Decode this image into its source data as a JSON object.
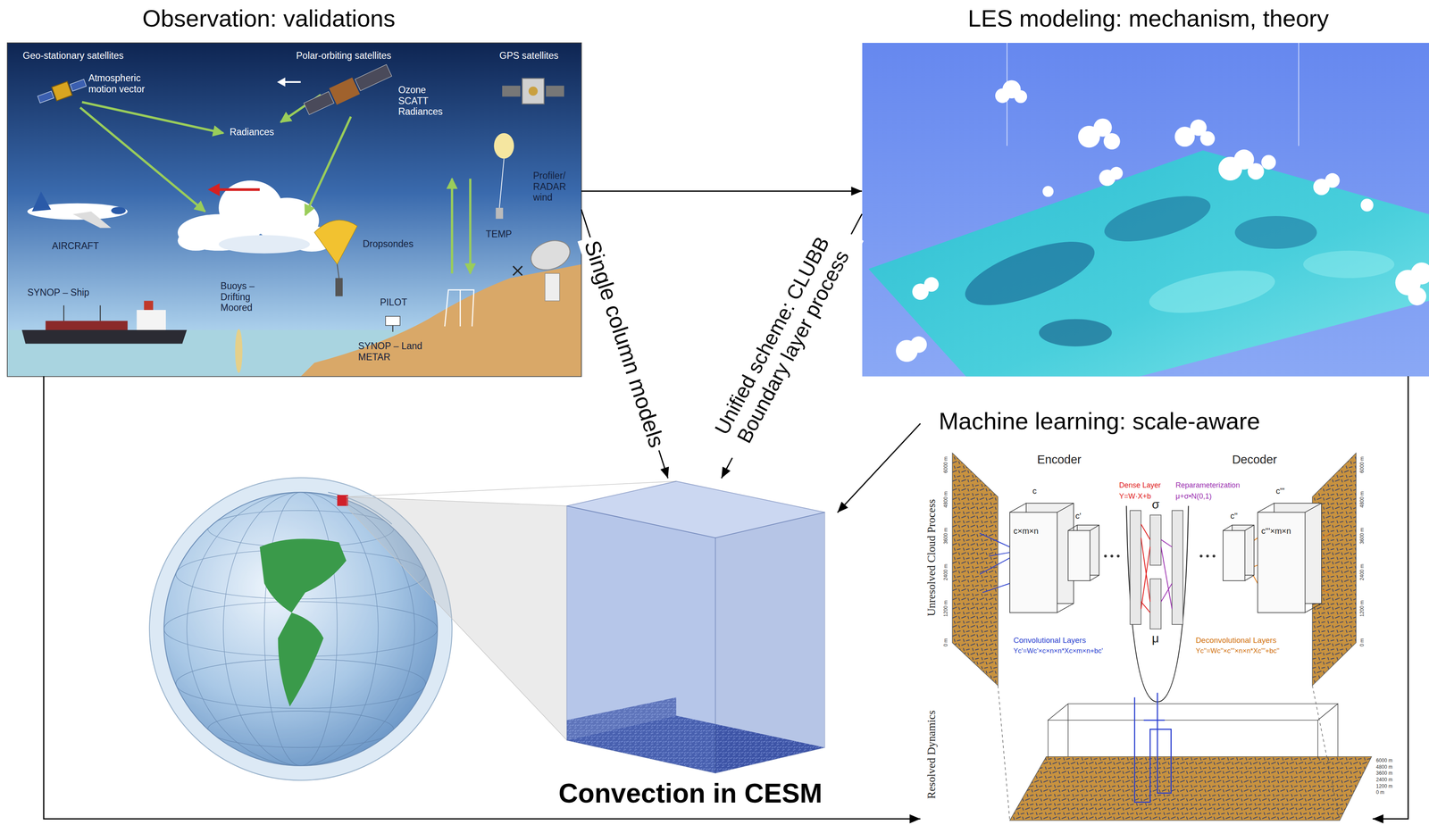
{
  "diagram": {
    "nodes": [
      {
        "text": [
          "Observation: validations"
        ]
      },
      {
        "text": [
          "LES modeling: mechanism, theory"
        ]
      },
      {
        "text": [
          "Machine learning: scale-aware"
        ]
      },
      {
        "text": [
          "Convection in CESM"
        ]
      }
    ],
    "edges": [
      {
        "from": 0,
        "to": 1,
        "arrow": "to"
      },
      {
        "from": 0,
        "to": 3,
        "label": "Single column models",
        "arrow": "to"
      },
      {
        "from": 1,
        "to": 3,
        "label": "Unified scheme: CLUBB Boundary layer process",
        "arrow": "to"
      },
      {
        "from": 2,
        "to": 3,
        "arrow": "to"
      },
      {
        "from": 0,
        "to": 2,
        "arrow": "to"
      },
      {
        "from": 1,
        "to": 2,
        "arrow": "to"
      }
    ],
    "labels": [
      "Geo-stationary satellites",
      "Polar-orbiting satellites",
      "GPS satellites",
      "Atmospheric motion vector",
      "Ozone SCATT Radiances",
      "Radiances",
      "AIRCRAFT",
      "Profiler/ RADAR wind",
      "TEMP",
      "Dropsondes",
      "SYNOP – Ship",
      "Buoys – Drifting Moored",
      "PILOT",
      "SYNOP – Land METAR",
      "Encoder",
      "Decoder",
      "Unresolved Cloud Process",
      "Resolved Dynamics",
      "Dense Layer",
      "Y=W·X+b",
      "Reparameterization",
      "μ+σ•N(0,1)",
      "σ",
      "μ",
      "c",
      "c'",
      "c×m×n",
      "c''",
      "c'''",
      "c'''×m×n",
      "Convolutional Layers",
      "Yc'=Wc'×c×n×n*Xc×m×n+bc'",
      "Deconvolutional Layers",
      "Yc''=Wc''×c'''×n×n*Xc'''+bc''",
      "6000 m",
      "4800 m",
      "3600 m",
      "2400 m",
      "1200 m",
      "0 m",
      "6000 m",
      "4800 m",
      "3600 m",
      "2400 m",
      "1200 m",
      "0 m",
      "6000 m",
      "4800 m",
      "3600 m",
      "2400 m",
      "1200 m",
      "0 m"
    ]
  }
}
